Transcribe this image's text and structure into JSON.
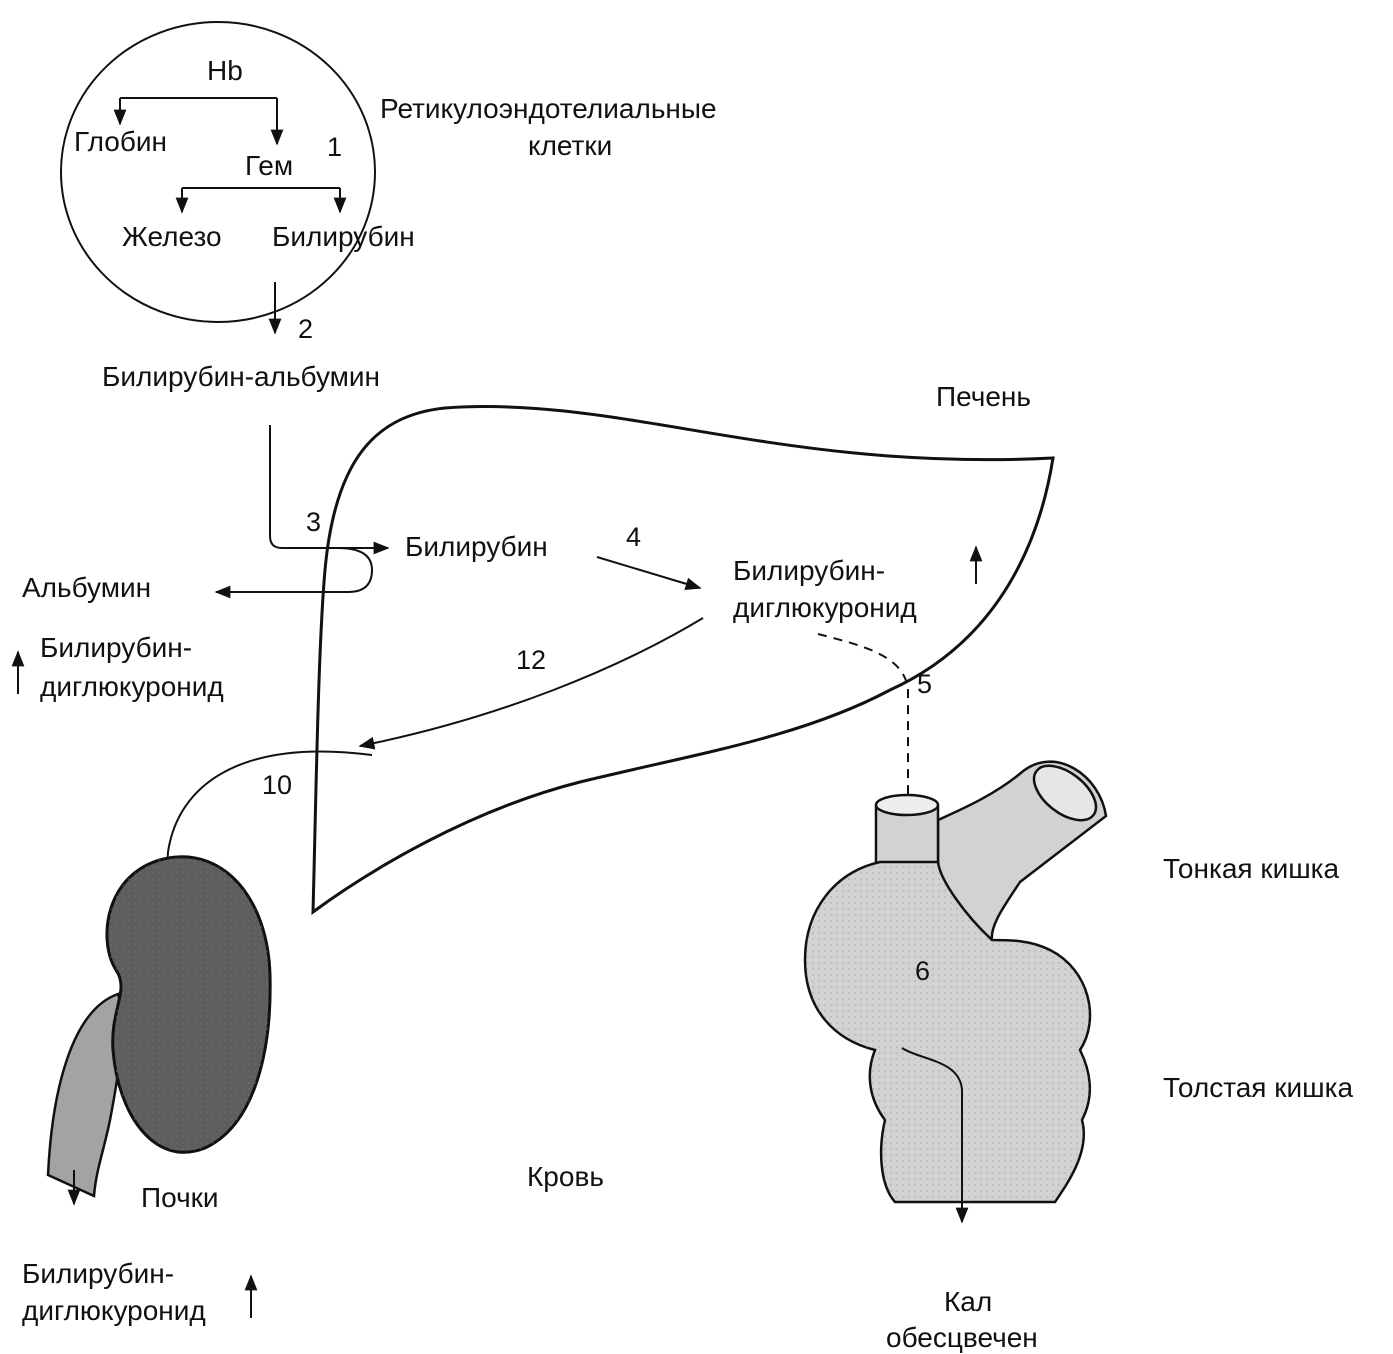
{
  "labels": {
    "hb": "Hb",
    "globin": "Глобин",
    "heme": "Гем",
    "iron": "Железо",
    "bilirubin_rec": "Билирубин",
    "ret_line1": "Ретикулоэндотелиальные",
    "ret_line2": "клетки",
    "bil_albumin": "Билирубин-альбумин",
    "liver": "Печень",
    "albumin": "Альбумин",
    "bil_liver": "Билирубин",
    "bdg_liver_1": "Билирубин-",
    "bdg_liver_2": "диглюкуронид",
    "bdg_blood_1": "Билирубин-",
    "bdg_blood_2": "диглюкуронид",
    "small_intestine": "Тонкая кишка",
    "large_intestine": "Толстая кишка",
    "blood": "Кровь",
    "kidneys": "Почки",
    "bdg_urine_1": "Билирубин-",
    "bdg_urine_2": "диглюкуронид",
    "feces_1": "Кал",
    "feces_2": "обесцвечен"
  },
  "steps": {
    "s1": "1",
    "s2": "2",
    "s3": "3",
    "s4": "4",
    "s5": "5",
    "s6": "6",
    "s10": "10",
    "s12": "12"
  },
  "colors": {
    "kidney": "#5e5e5e",
    "ureter": "#a3a3a3",
    "intestine": "#d2d2d2",
    "line": "#111111"
  }
}
